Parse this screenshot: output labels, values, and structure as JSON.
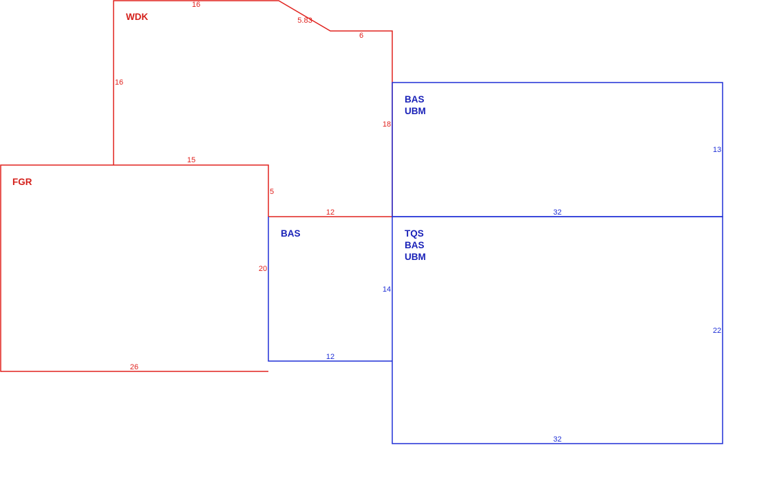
{
  "colors": {
    "exterior_red": "#e0211d",
    "living_blue": "#1f2fd6"
  },
  "areas": {
    "wdk": {
      "label": "WDK",
      "dims": {
        "top": "16",
        "diag": "5.83",
        "short": "6",
        "right": "18",
        "left": "16",
        "bottom": "15"
      }
    },
    "fgr": {
      "label": "FGR",
      "dims": {
        "step": "5",
        "right": "20",
        "bottom": "26"
      }
    },
    "bas_small": {
      "label": "BAS",
      "dims": {
        "top": "12",
        "right": "14",
        "bottom": "12"
      }
    },
    "bas_upper": {
      "labels": [
        "BAS",
        "UBM"
      ],
      "dims": {
        "right": "13",
        "bottom": "32"
      }
    },
    "main": {
      "labels": [
        "TQS",
        "BAS",
        "UBM"
      ],
      "dims": {
        "right": "22",
        "bottom": "32"
      }
    }
  }
}
